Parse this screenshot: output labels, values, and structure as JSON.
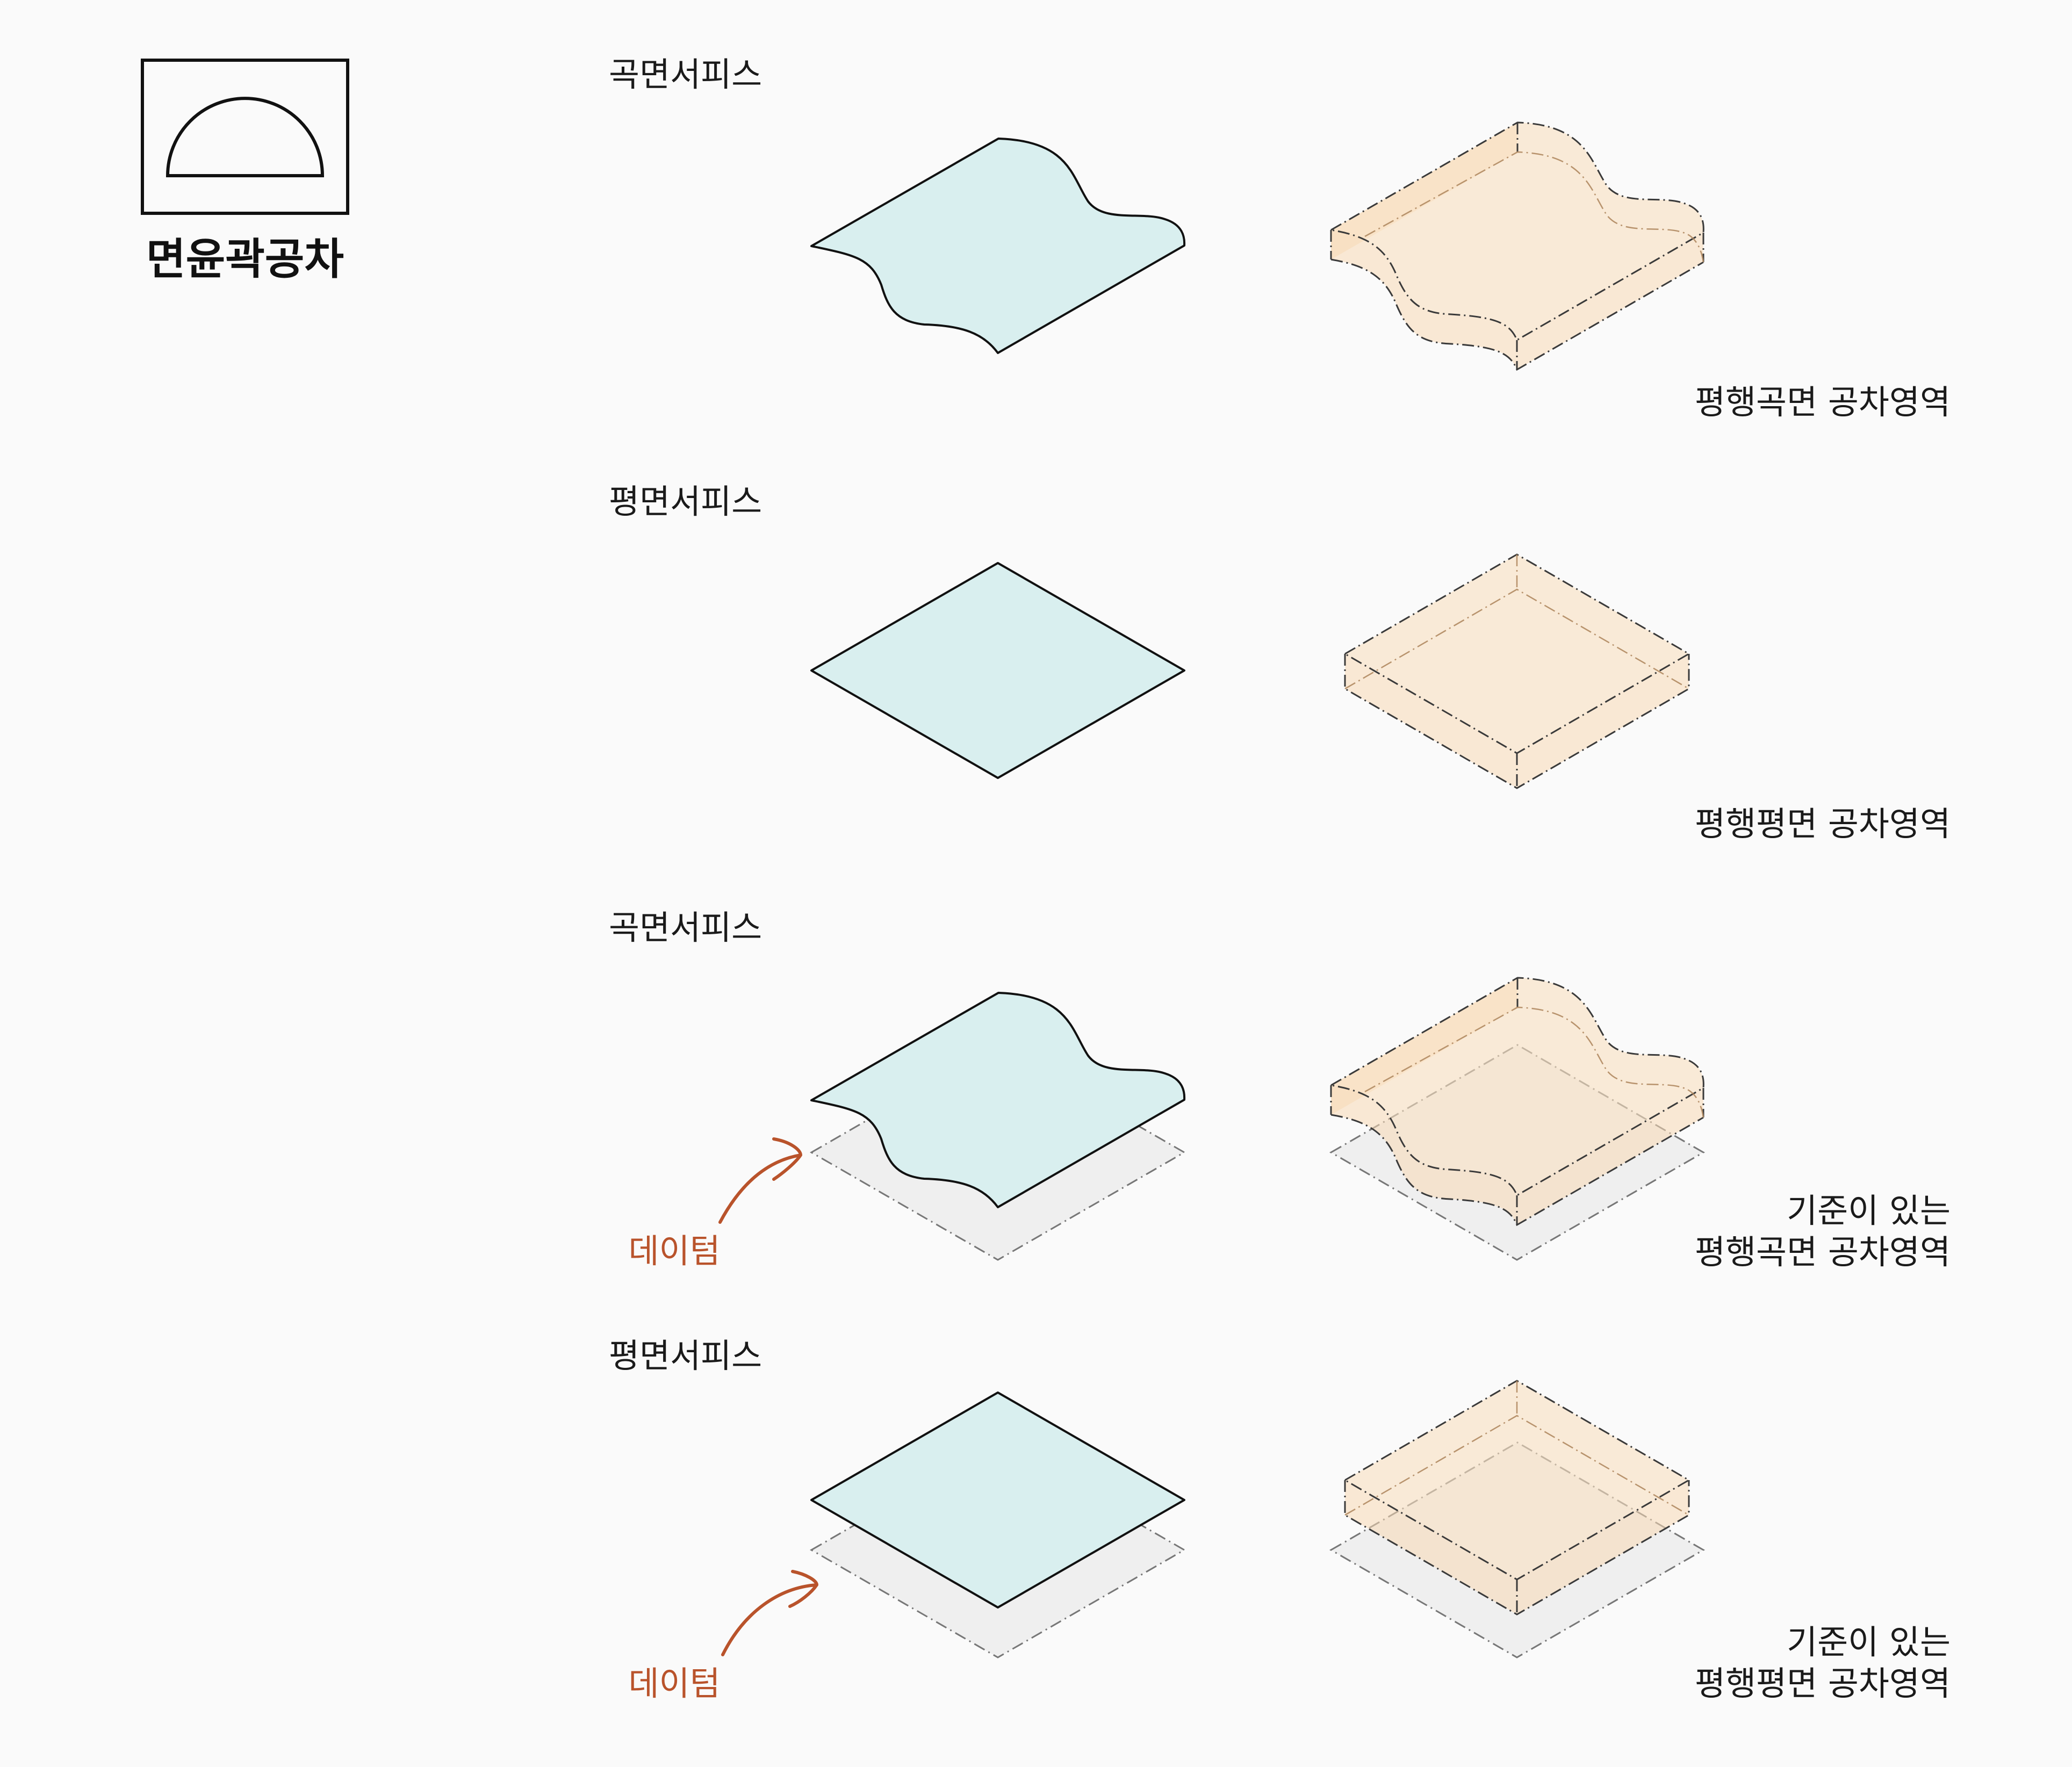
{
  "legend": {
    "title": "면윤곽공차",
    "icon": "semicircle-in-box-icon"
  },
  "rows": [
    {
      "surface_label": "곡면서피스",
      "zone_label": [
        "평행곡면 공차영역"
      ],
      "curved": true,
      "datum": false
    },
    {
      "surface_label": "평면서피스",
      "zone_label": [
        "평행평면 공차영역"
      ],
      "curved": false,
      "datum": false
    },
    {
      "surface_label": "곡면서피스",
      "zone_label": [
        "기준이 있는",
        "평행곡면 공차영역"
      ],
      "curved": true,
      "datum": true,
      "datum_label": "데이텀"
    },
    {
      "surface_label": "평면서피스",
      "zone_label": [
        "기준이 있는",
        "평행평면 공차영역"
      ],
      "curved": false,
      "datum": true,
      "datum_label": "데이텀"
    }
  ],
  "colors": {
    "surface_fill": "#d9efef",
    "zone_fill": "#f8d9b4",
    "datum_plane": "#efefef",
    "datum_accent": "#b9532b",
    "outline": "#111111"
  }
}
